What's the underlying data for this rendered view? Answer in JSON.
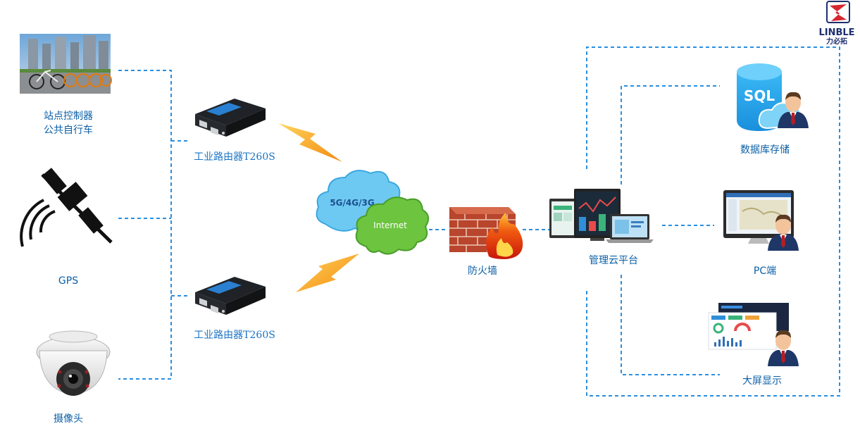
{
  "logo": {
    "text": "LINBLE",
    "subtext": "力必拓",
    "colors": {
      "red": "#d8262f",
      "navy": "#1d2f6f"
    }
  },
  "devices": {
    "bike": {
      "line1": "站点控制器",
      "line2": "公共自行车"
    },
    "gps": {
      "label": "GPS"
    },
    "camera": {
      "label": "摄像头"
    }
  },
  "routers": {
    "top": {
      "label": "工业路由器T260S"
    },
    "bottom": {
      "label": "工业路由器T260S"
    }
  },
  "network": {
    "cloud_cellular": "5G/4G/3G",
    "cloud_internet": "Internet"
  },
  "firewall": {
    "label": "防火墙"
  },
  "platform": {
    "label": "管理云平台"
  },
  "endpoints": {
    "database": {
      "label": "数据库存储",
      "badge": "SQL"
    },
    "pc": {
      "label": "PC端"
    },
    "bigscreen": {
      "label": "大屏显示"
    }
  },
  "colors": {
    "line": "#2a8fe0",
    "label": "#0b5fa6",
    "router_label": "#1a73c4",
    "bolt": "#f7a21b"
  }
}
